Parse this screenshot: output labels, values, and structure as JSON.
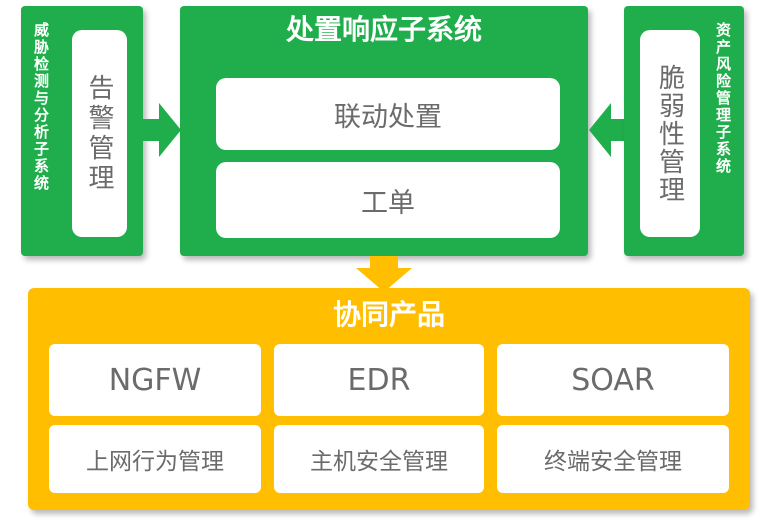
{
  "left_panel": {
    "title": "威胁检测与分析子系统",
    "box_label": "告警管理"
  },
  "center_panel": {
    "title": "处置响应子系统",
    "items": [
      "联动处置",
      "工单"
    ]
  },
  "right_panel": {
    "title": "资产风险管理子系统",
    "box_label": "脆弱性管理"
  },
  "bottom_panel": {
    "title": "协同产品",
    "products": [
      {
        "name": "NGFW",
        "desc": "上网行为管理"
      },
      {
        "name": "EDR",
        "desc": "主机安全管理"
      },
      {
        "name": "SOAR",
        "desc": "终端安全管理"
      }
    ]
  },
  "colors": {
    "green": "#1fae4b",
    "yellow": "#ffbf00",
    "text_gray": "#6b6b6b"
  }
}
